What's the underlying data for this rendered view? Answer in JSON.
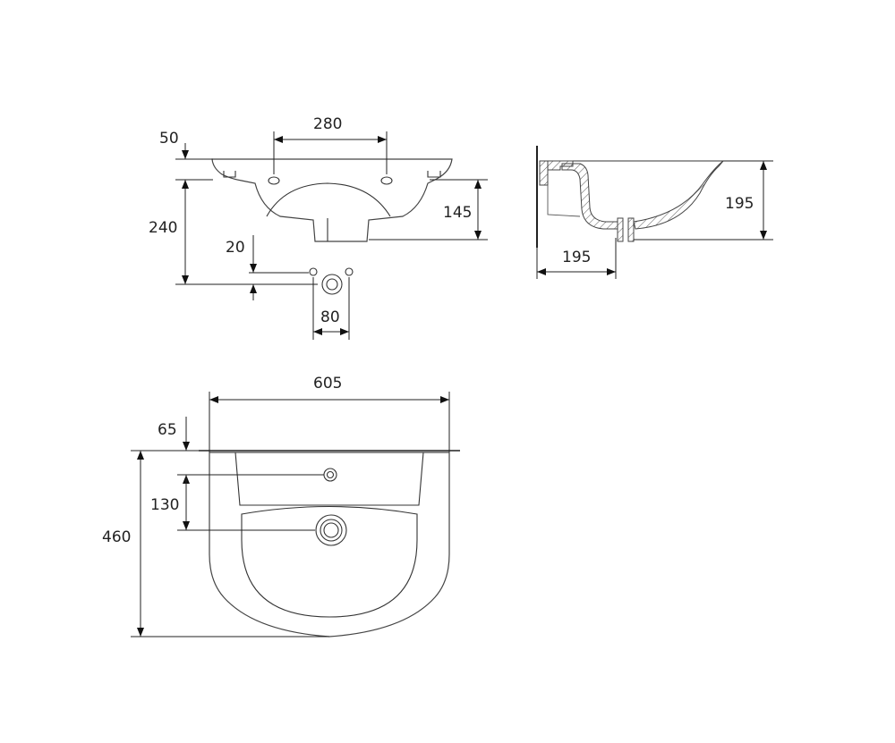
{
  "dimensions": {
    "front_height_top": "50",
    "front_hole_spacing": "280",
    "front_total_height": "240",
    "front_bowl_height": "145",
    "hole_offset": "20",
    "hole_spread": "80",
    "side_depth": "195",
    "side_height": "195",
    "top_width": "605",
    "top_rear_offset": "65",
    "top_drain_offset": "130",
    "top_total_depth": "460"
  }
}
